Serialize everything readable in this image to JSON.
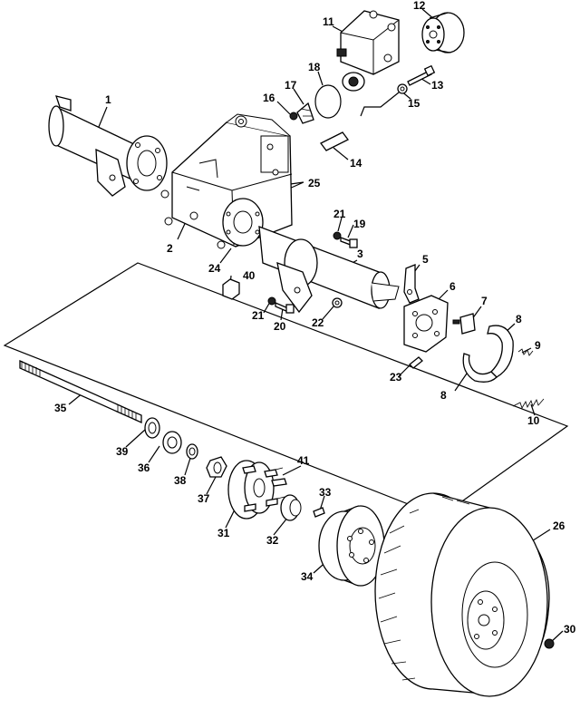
{
  "diagram": {
    "callouts": [
      "1",
      "2",
      "3",
      "5",
      "6",
      "7",
      "8",
      "8",
      "9",
      "10",
      "11",
      "12",
      "13",
      "14",
      "15",
      "16",
      "17",
      "18",
      "19",
      "20",
      "21",
      "21",
      "22",
      "23",
      "24",
      "25",
      "26",
      "30",
      "31",
      "32",
      "33",
      "34",
      "35",
      "36",
      "37",
      "38",
      "39",
      "40",
      "41"
    ]
  }
}
